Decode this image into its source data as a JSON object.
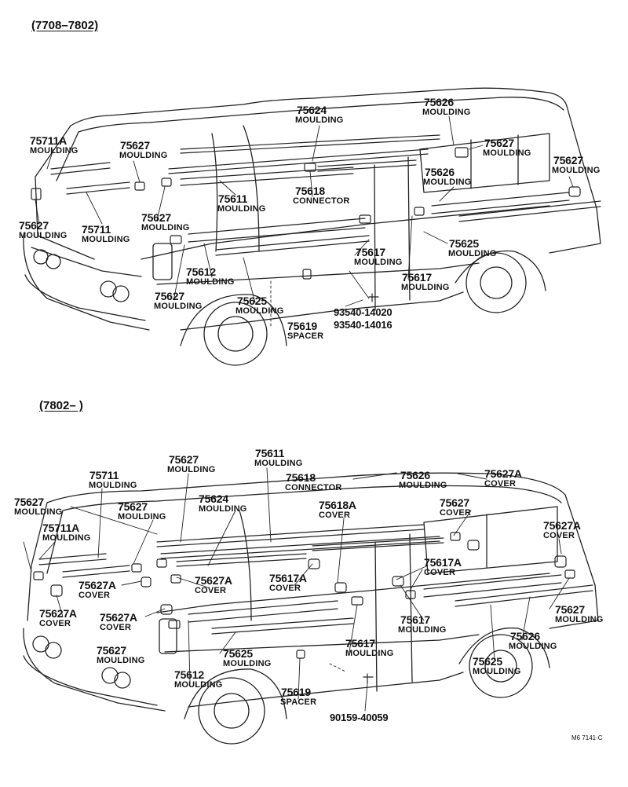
{
  "sections": {
    "top": {
      "header": "(7708–7802)"
    },
    "bottom": {
      "header": "(7802–    )"
    }
  },
  "callouts_top": [
    {
      "num": "75711A",
      "name": "MOULDING"
    },
    {
      "num": "75627",
      "name": "MOULDING"
    },
    {
      "num": "75624",
      "name": "MOULDING"
    },
    {
      "num": "75626",
      "name": "MOULDING"
    },
    {
      "num": "75627",
      "name": "MOULDING"
    },
    {
      "num": "75627",
      "name": "MOULDING"
    },
    {
      "num": "75626",
      "name": "MOULDING"
    },
    {
      "num": "75611",
      "name": "MOULDING"
    },
    {
      "num": "75618",
      "name": "CONNECTOR"
    },
    {
      "num": "75627",
      "name": "MOULDING"
    },
    {
      "num": "75711",
      "name": "MOULDING"
    },
    {
      "num": "75627",
      "name": "MOULDING"
    },
    {
      "num": "75625",
      "name": "MOULDING"
    },
    {
      "num": "75617",
      "name": "MOULDING"
    },
    {
      "num": "75612",
      "name": "MOULDING"
    },
    {
      "num": "75617",
      "name": "MOULDING"
    },
    {
      "num": "75627",
      "name": "MOULDING"
    },
    {
      "num": "75625",
      "name": "MOULDING"
    },
    {
      "num": "93540-14020",
      "name": ""
    },
    {
      "num": "93540-14016",
      "name": ""
    },
    {
      "num": "75619",
      "name": "SPACER"
    }
  ],
  "callouts_bottom": [
    {
      "num": "75627",
      "name": "MOULDING"
    },
    {
      "num": "75611",
      "name": "MOULDING"
    },
    {
      "num": "75711",
      "name": "MOULDING"
    },
    {
      "num": "75618",
      "name": "CONNECTOR"
    },
    {
      "num": "75626",
      "name": "MOULDING"
    },
    {
      "num": "75627A",
      "name": "COVER"
    },
    {
      "num": "75627",
      "name": "MOULDING"
    },
    {
      "num": "75627",
      "name": "MOULDING"
    },
    {
      "num": "75624",
      "name": "MOULDING"
    },
    {
      "num": "75618A",
      "name": "COVER"
    },
    {
      "num": "75627",
      "name": "COVER"
    },
    {
      "num": "75627A",
      "name": "COVER"
    },
    {
      "num": "75711A",
      "name": "MOULDING"
    },
    {
      "num": "75627A",
      "name": "COVER"
    },
    {
      "num": "75627A",
      "name": "COVER"
    },
    {
      "num": "75617A",
      "name": "COVER"
    },
    {
      "num": "75617A",
      "name": "COVER"
    },
    {
      "num": "75627A",
      "name": "COVER"
    },
    {
      "num": "75627A",
      "name": "COVER"
    },
    {
      "num": "75617",
      "name": "MOULDING"
    },
    {
      "num": "75627",
      "name": "MOULDING"
    },
    {
      "num": "75626",
      "name": "MOULDING"
    },
    {
      "num": "75627",
      "name": "MOULDING"
    },
    {
      "num": "75625",
      "name": "MOULDING"
    },
    {
      "num": "75617",
      "name": "MOULDING"
    },
    {
      "num": "75625",
      "name": "MOULDING"
    },
    {
      "num": "75612",
      "name": "MOULDING"
    },
    {
      "num": "75619",
      "name": "SPACER"
    },
    {
      "num": "90159-40059",
      "name": ""
    }
  ],
  "footer_code": "M6 7141-C"
}
